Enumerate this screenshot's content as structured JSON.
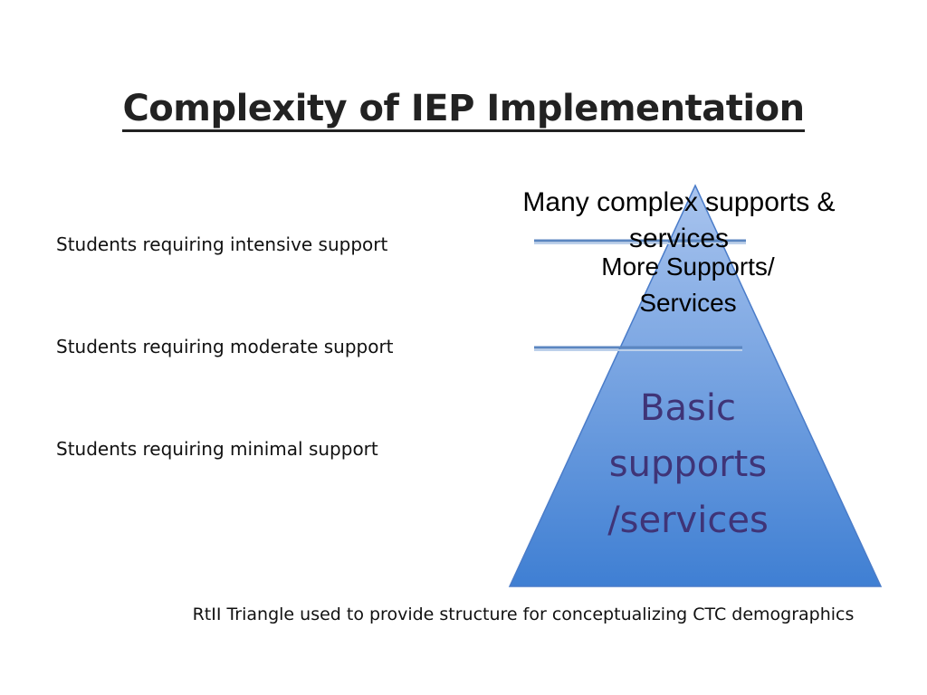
{
  "slide": {
    "title": "Complexity of IEP Implementation",
    "caption": "RtII Triangle used  to provide  structure for conceptualizing CTC demographics"
  },
  "levels": [
    {
      "label": "Students requiring intensive support"
    },
    {
      "label": "Students requiring moderate support"
    },
    {
      "label": "Students requiring minimal support"
    }
  ],
  "triangle": {
    "tiers": {
      "top": "Many complex supports & services",
      "middle": "More Supports/ Services",
      "base": "Basic supports /services"
    },
    "colors": {
      "fill_top": "#a9c4ee",
      "fill_bottom": "#3f7fd3",
      "stroke": "#4a7cc9",
      "divider": "#5b86c0",
      "base_text": "#3f3477"
    }
  }
}
